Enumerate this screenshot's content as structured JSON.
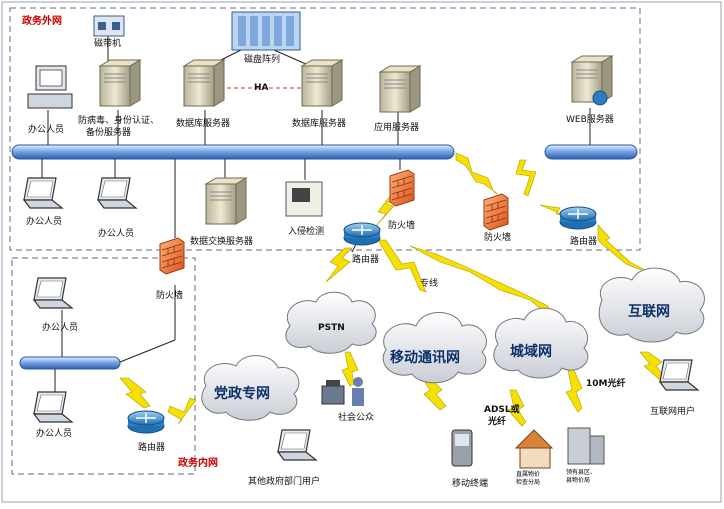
{
  "zones": {
    "outer": "政务外网",
    "inner": "政务内网"
  },
  "top": {
    "tape": "磁带机",
    "disk_array": "磁盘阵列",
    "ha": "HA"
  },
  "servers": {
    "antivirus": "防病毒、身份认证、",
    "backup": "备份服务器",
    "db1": "数据库服务器",
    "db2": "数据库服务器",
    "app": "应用服务器",
    "web": "WEB服务器",
    "exchange": "数据交换服务器",
    "ids": "入侵检测"
  },
  "labels": {
    "office1": "办公人员",
    "office2": "办公人员",
    "office3": "办公人员",
    "office4": "办公人员",
    "office5": "办公人员",
    "fw1": "防火墙",
    "fw2": "防火墙",
    "fw3": "防火墙",
    "router1": "路由器",
    "router2": "路由器",
    "router3": "路由器",
    "dedicated": "专线",
    "adsl1": "ADSL或",
    "adsl2": "光纤",
    "fiber": "10M光纤",
    "public": "社会公众",
    "mobile_term": "移动终端",
    "internet_user": "互联网用户",
    "gov_user": "其他政府部门用户",
    "branch_a1": "直属物价",
    "branch_a2": "检查分局",
    "branch_b1": "领有县区、",
    "branch_b2": "县物价局"
  },
  "clouds": {
    "pstn": "PSTN",
    "mobile": "移动通讯网",
    "metro": "城域网",
    "internet": "互联网",
    "party": "党政专网"
  },
  "colors": {
    "zone_red": "#d00000",
    "bus_blue": "#5a8fd8",
    "lightning": "#f5e000",
    "cloud_text": "#0b2f6b"
  }
}
